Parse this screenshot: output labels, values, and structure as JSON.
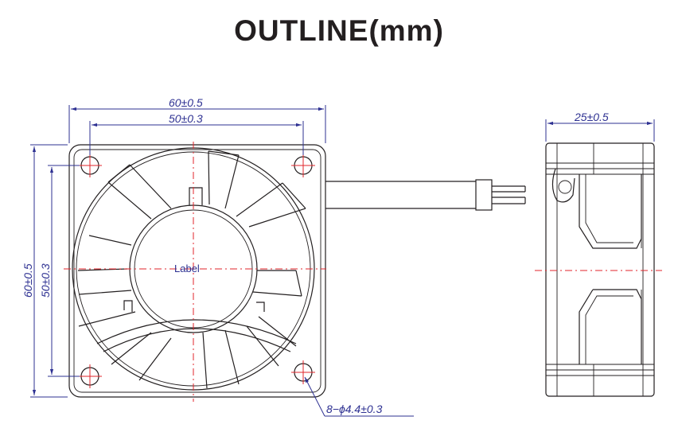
{
  "header": {
    "title": "OUTLINE(mm)"
  },
  "front_view": {
    "dim_outer_width": "60±0.5",
    "dim_hole_width": "50±0.3",
    "dim_outer_height": "60±0.5",
    "dim_hole_height": "50±0.3",
    "hub_label": "Label",
    "hole_callout": "8−ϕ4.4±0.3"
  },
  "side_view": {
    "dim_depth": "25±0.5"
  },
  "colors": {
    "outline": "#231f20",
    "dimension": "#2e3192",
    "centerline": "#e1262b"
  }
}
